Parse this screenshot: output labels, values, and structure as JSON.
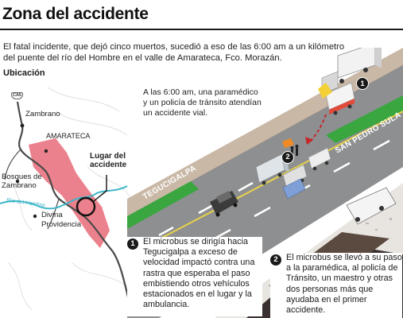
{
  "header": {
    "title": "Zona del accidente"
  },
  "intro": {
    "text": "El fatal incidente, que dejó cinco muertos, sucedió a eso de las 6:00 am a un kilómetro del puente del río del Hombre en el valle de Amarateca, Fco. Morazán."
  },
  "map": {
    "heading": "Ubicación",
    "highway_shield": "CA5",
    "places": {
      "zambrano": "Zambrano",
      "amarateca": "AMARATECA",
      "bosques_1": "Bosques de",
      "bosques_2": "Zambrano",
      "divina_1": "Divina",
      "divina_2": "Providencia",
      "river": "Río del Hombre",
      "lugar_1": "Lugar del",
      "lugar_2": "accidente"
    }
  },
  "scene": {
    "caption": "A las 6:00 am, una paramédico y un policía de tránsito atendían un accidente vial.",
    "road_left": "TEGUCIGALPA",
    "road_right": "SAN PEDRO SULA",
    "marker_1": "1",
    "marker_2": "2"
  },
  "notes": [
    {
      "number": "1",
      "text": "El microbus se dirigía hacia Tegucigalpa a exceso de velocidad impactó contra una rastra que esperaba el paso embistiendo otros vehículos estacionados en el lugar y la ambulancia."
    },
    {
      "number": "2",
      "text": "El microbus se llevó a su paso a la paramédica, al policía de Tránsito, un maestro y otras dos personas más que ayudaba en el primer accidente."
    }
  ],
  "colors": {
    "road": "#8d8f91",
    "median_green": "#3aa640",
    "zone_pink": "#e86b78",
    "bank_brown": "#8b5a3c",
    "dark_pit": "#3a3030"
  }
}
